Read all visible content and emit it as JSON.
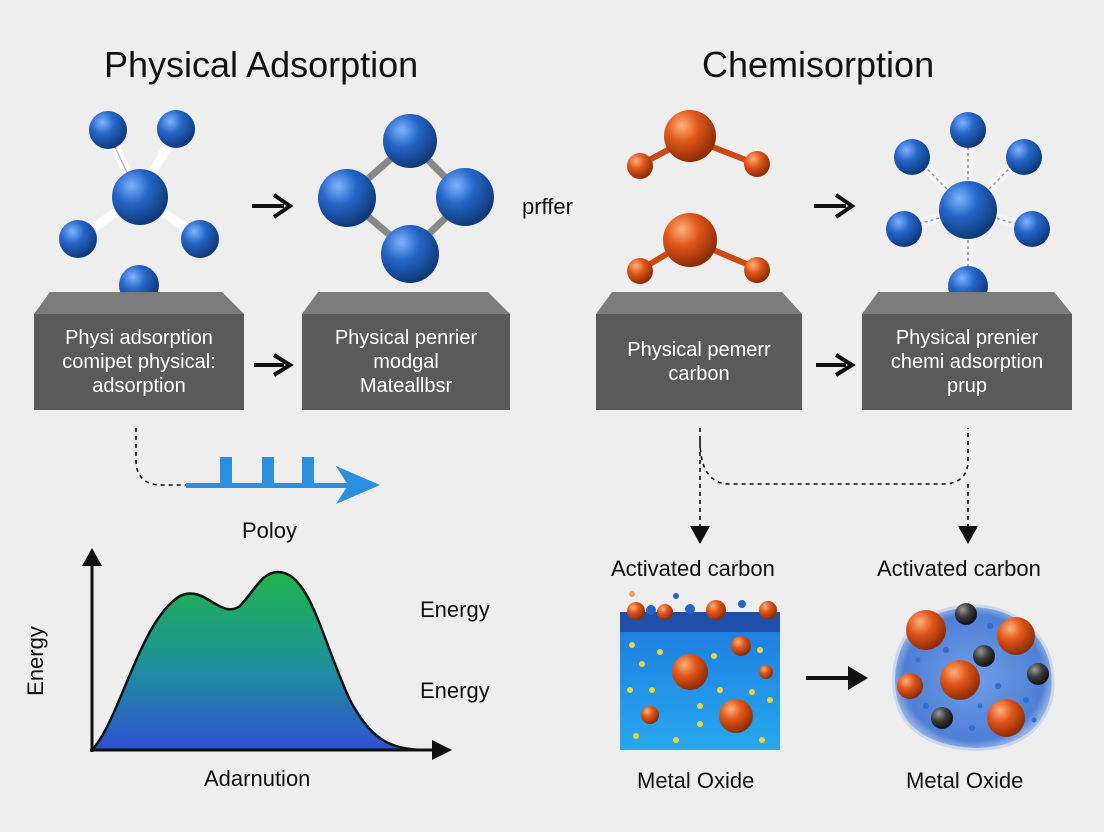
{
  "left": {
    "title": "Physical Adsorption",
    "box1": {
      "lines": [
        "Physi  adsorption",
        "comipet physical:",
        "adsorption"
      ]
    },
    "box2": {
      "lines": [
        "Physical penrier",
        "modgal",
        "Mateallbsr"
      ]
    },
    "label_process": "Poloy",
    "energy_chart": {
      "ylabel": "Energy",
      "xlabel": "Adarnution",
      "side_labels": [
        "Energy",
        "Energy"
      ]
    }
  },
  "center_text": "prffer",
  "right": {
    "title": "Chemisorption",
    "box1": {
      "lines": [
        "Physical pemerr",
        "carbon"
      ]
    },
    "box2": {
      "lines": [
        "Physical prenier",
        "chemi adsorption",
        "prup"
      ]
    },
    "label_ac_left": "Activated carbon",
    "label_ac_right": "Activated carbon",
    "label_mo_left": "Metal Oxide",
    "label_mo_right": "Metal Oxide"
  },
  "colors": {
    "blue_atom": "#1f5fb8",
    "orange_atom": "#e0561a",
    "box_gray": "#5a5a5a",
    "surface_top": "#7a7a7a",
    "curve_green": "#1fae4a",
    "curve_blue": "#2f4fc8",
    "flow_blue": "#2b8fe0"
  }
}
